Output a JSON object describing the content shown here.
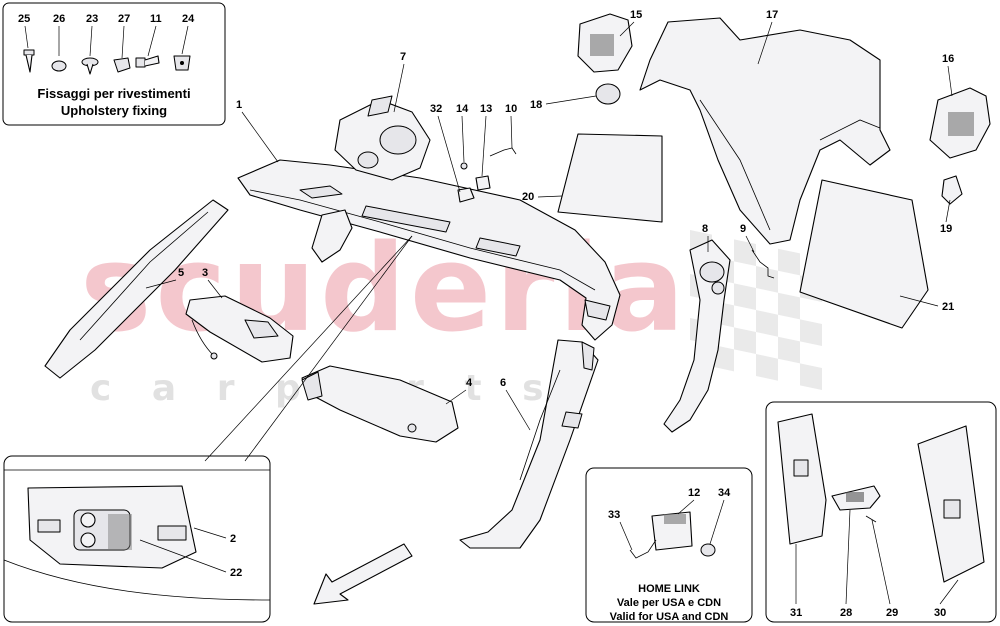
{
  "watermark": {
    "brand": "scuderia",
    "sub": "c a r   p a r t s",
    "color": "#e8a0a8"
  },
  "fixings": {
    "title_it": "Fissaggi per rivestimenti",
    "title_en": "Upholstery fixing",
    "labels": [
      "25",
      "26",
      "23",
      "27",
      "11",
      "24"
    ]
  },
  "callouts": {
    "c1": "1",
    "c2": "2",
    "c3": "3",
    "c4": "4",
    "c5": "5",
    "c6": "6",
    "c7": "7",
    "c8": "8",
    "c9": "9",
    "c10": "10",
    "c12": "12",
    "c13": "13",
    "c14": "14",
    "c15": "15",
    "c16": "16",
    "c17": "17",
    "c18": "18",
    "c19": "19",
    "c20": "20",
    "c21": "21",
    "c22": "22",
    "c28": "28",
    "c29": "29",
    "c30": "30",
    "c31": "31",
    "c32": "32",
    "c33": "33",
    "c34": "34"
  },
  "homelink": {
    "title": "HOME LINK",
    "line_it": "Vale per USA e CDN",
    "line_en": "Valid for USA and CDN"
  }
}
